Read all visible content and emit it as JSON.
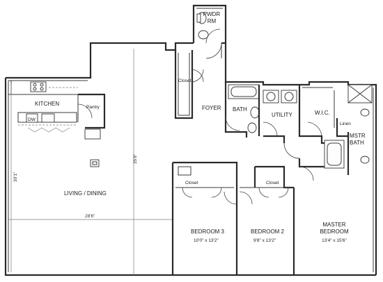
{
  "rooms": {
    "powder_room": "PWDR\nRM",
    "powder_line1": "PWDR",
    "powder_line2": "RM",
    "kitchen": "KITCHEN",
    "pantry": "Pantry",
    "dishwasher": "DW",
    "closet_foyer": "Closet",
    "foyer": "FOYER",
    "bath": "BATH",
    "utility": "UTILITY",
    "wic": "W.I.C.",
    "linen": "Linen",
    "mstr_bath_line1": "MSTR",
    "mstr_bath_line2": "BATH",
    "living_dining": "LIVING / DINING",
    "closet_bedroom3": "Closet",
    "closet_bedroom2": "Closet",
    "bedroom3": "BEDROOM 3",
    "bedroom3_size": "10'0\" x 13'2\"",
    "bedroom2": "BEDROOM 2",
    "bedroom2_size": "9'8\" x 13'2\"",
    "master_line1": "MASTER",
    "master_line2": "BEDROOM",
    "master_size": "13'4\" x 15'6\""
  },
  "dimensions": {
    "vertical_left": "30'1\"",
    "vertical_center": "35'8\"",
    "horizontal_living": "28'6\""
  }
}
